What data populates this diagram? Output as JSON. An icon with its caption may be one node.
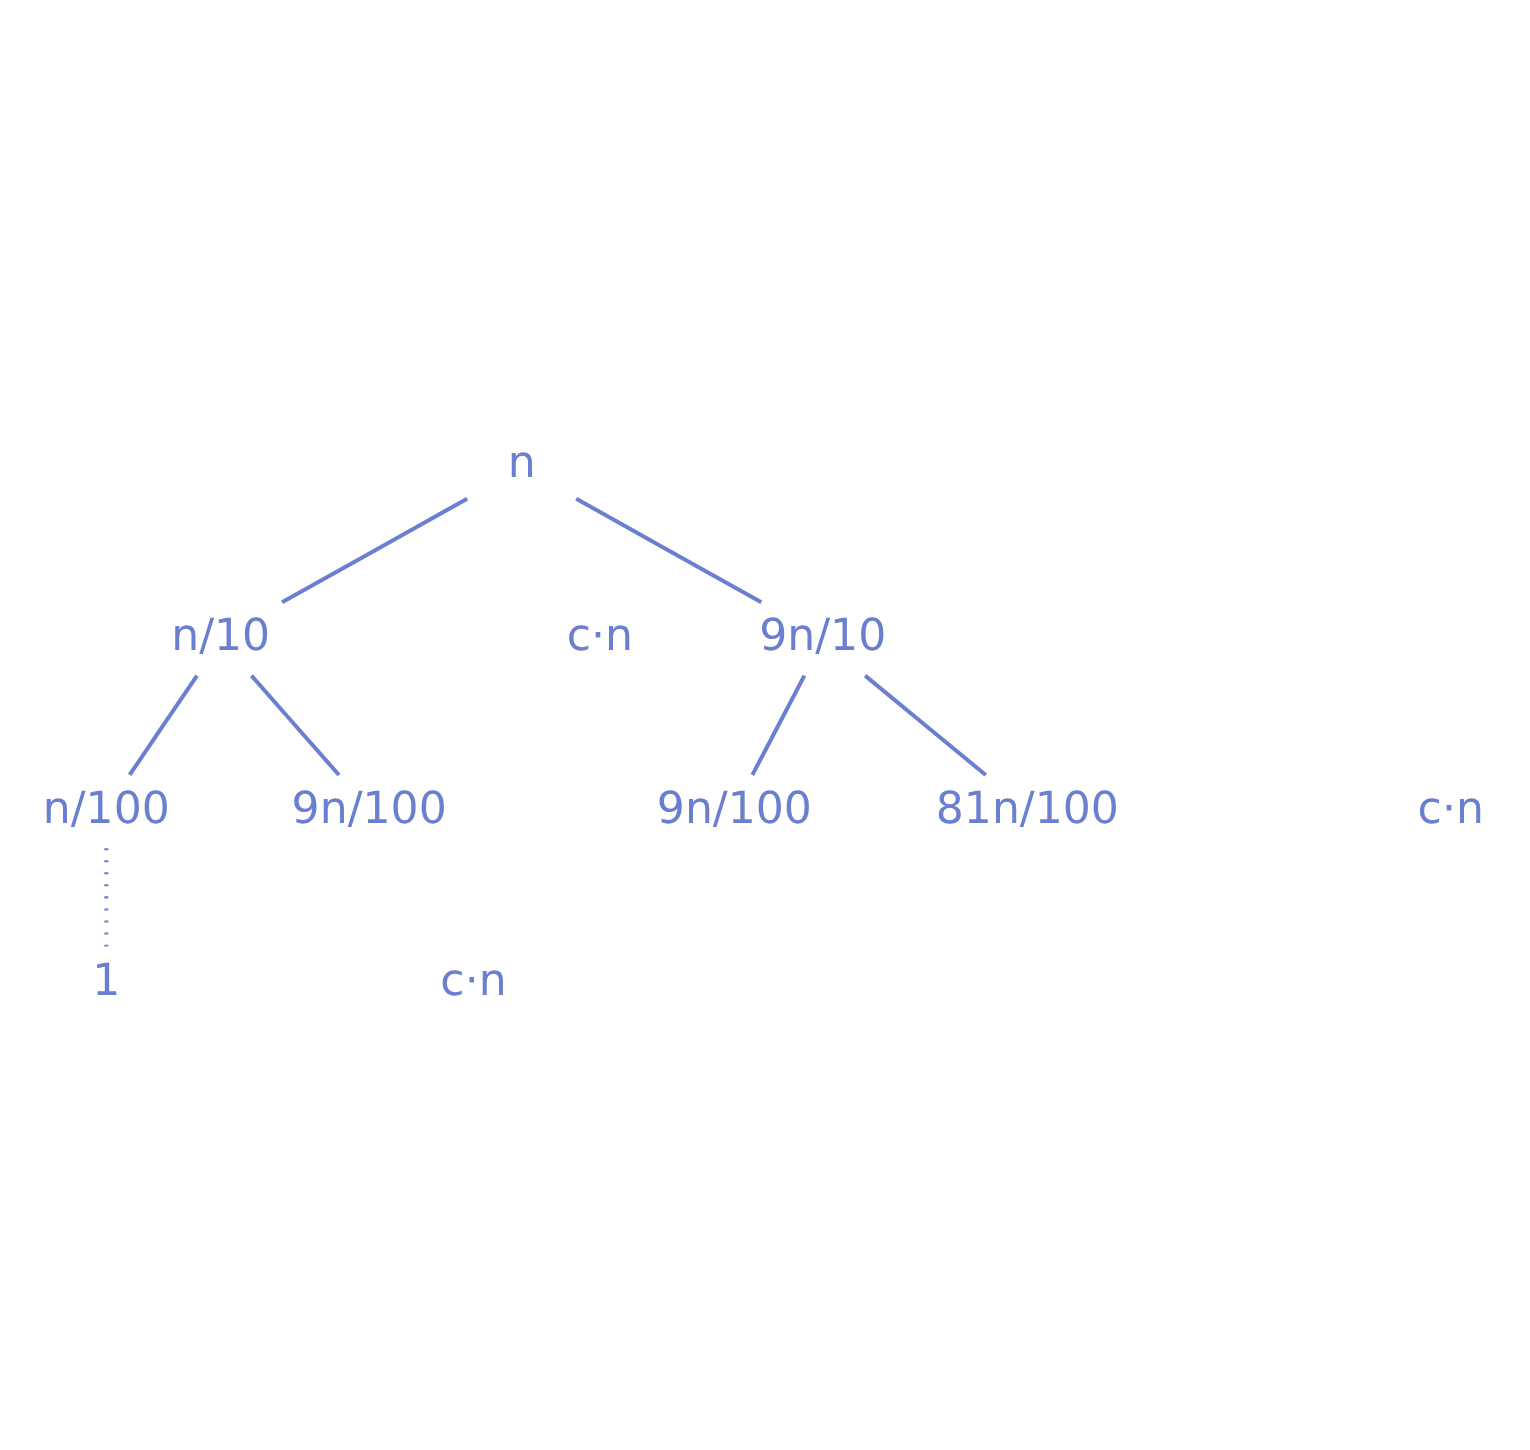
{
  "diagram": {
    "nodes": [
      {
        "text": [
          "n"
        ]
      },
      {
        "text": [
          "n/10"
        ]
      },
      {
        "text": [
          "9n/10"
        ]
      },
      {
        "text": [
          "n/100"
        ]
      },
      {
        "text": [
          "9n/100"
        ]
      },
      {
        "text": [
          "9n/100"
        ]
      },
      {
        "text": [
          "81n/100"
        ]
      },
      {
        "text": [
          "1"
        ]
      }
    ],
    "edges": [
      {
        "from": 0,
        "to": 1,
        "arrow": "none"
      },
      {
        "from": 0,
        "to": 2,
        "arrow": "none"
      },
      {
        "from": 1,
        "to": 3,
        "arrow": "none"
      },
      {
        "from": 1,
        "to": 4,
        "arrow": "none"
      },
      {
        "from": 2,
        "to": 5,
        "arrow": "none"
      },
      {
        "from": 2,
        "to": 6,
        "arrow": "none"
      },
      {
        "from": 3,
        "to": 7,
        "arrow": "none",
        "style": "dashed"
      }
    ],
    "labels": [
      "c·n",
      "c·n",
      "c·n"
    ]
  }
}
